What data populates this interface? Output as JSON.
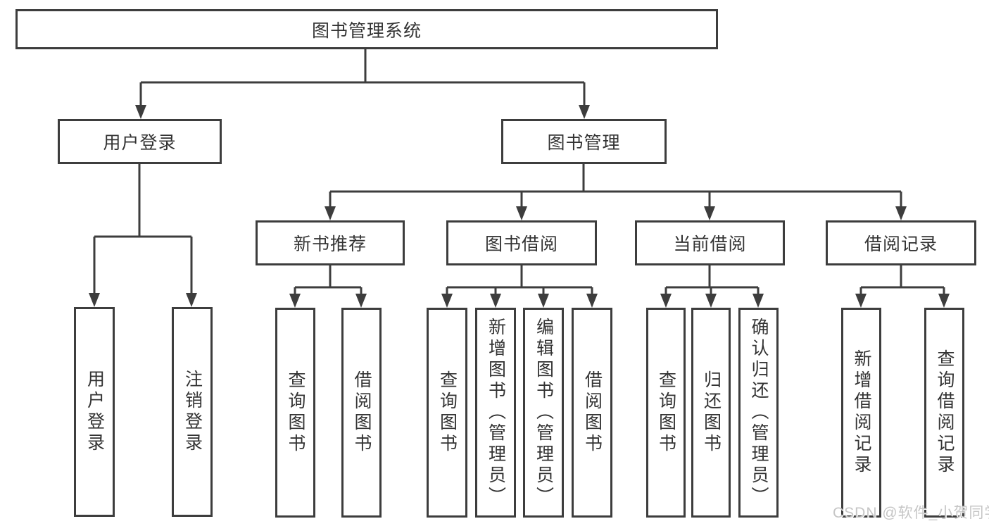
{
  "colors": {
    "line": "#3d3d3d",
    "border": "#3d3d3d",
    "text": "#333333",
    "background": "#ffffff",
    "watermark": "#c6c6c6"
  },
  "tree": {
    "label": "图书管理系统",
    "children": [
      {
        "label": "用户登录",
        "children": [
          {
            "label": "用户登录"
          },
          {
            "label": "注销登录"
          }
        ]
      },
      {
        "label": "图书管理",
        "children": [
          {
            "label": "新书推荐",
            "children": [
              {
                "label": "查询图书"
              },
              {
                "label": "借阅图书"
              }
            ]
          },
          {
            "label": "图书借阅",
            "children": [
              {
                "label": "查询图书"
              },
              {
                "label": "新增图书（管理员）"
              },
              {
                "label": "编辑图书（管理员）"
              },
              {
                "label": "借阅图书"
              }
            ]
          },
          {
            "label": "当前借阅",
            "children": [
              {
                "label": "查询图书"
              },
              {
                "label": "归还图书"
              },
              {
                "label": "确认归还（管理员）"
              }
            ]
          },
          {
            "label": "借阅记录",
            "children": [
              {
                "label": "新增借阅记录"
              },
              {
                "label": "查询借阅记录"
              }
            ]
          }
        ]
      }
    ]
  },
  "watermark": {
    "text": "CSDN @软件_小贺同学"
  }
}
